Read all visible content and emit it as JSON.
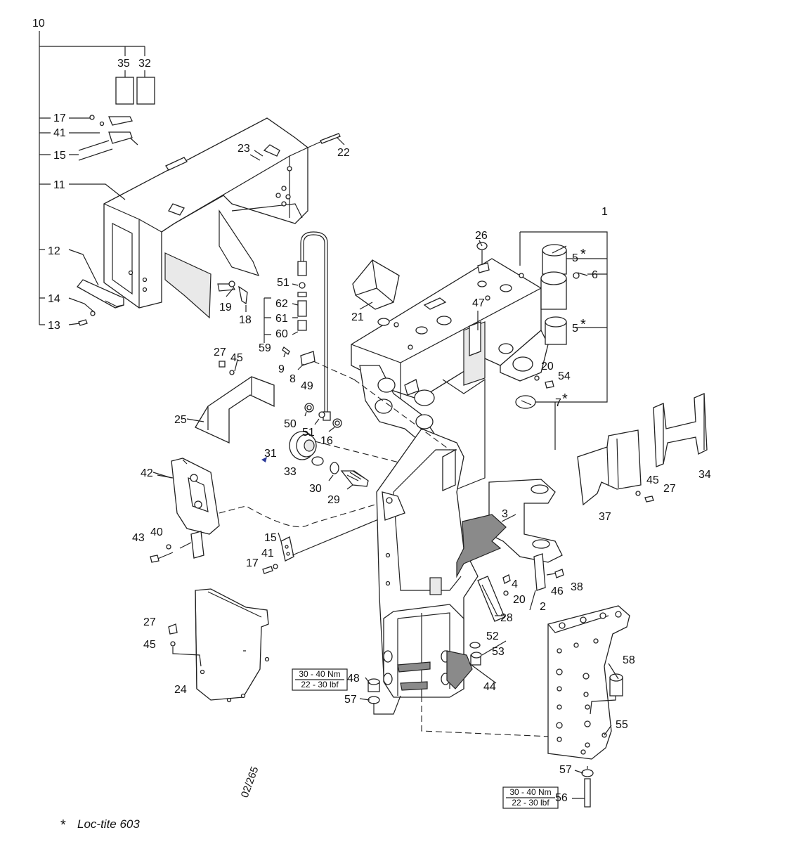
{
  "labels": {
    "l10": "10",
    "l35": "35",
    "l32": "32",
    "l17a": "17",
    "l41a": "41",
    "l15a": "15",
    "l11": "11",
    "l12": "12",
    "l14": "14",
    "l13": "13",
    "l23": "23",
    "l22": "22",
    "l19": "19",
    "l18": "18",
    "l51a": "51",
    "l62": "62",
    "l61": "61",
    "l60": "60",
    "l59": "59",
    "l9": "9",
    "l8": "8",
    "l49": "49",
    "l27a": "27",
    "l45a": "45",
    "l25": "25",
    "l50": "50",
    "l51b": "51",
    "l16": "16",
    "l31": "31",
    "l33": "33",
    "l30": "30",
    "l29": "29",
    "l42": "42",
    "l43": "43",
    "l40": "40",
    "l15b": "15",
    "l17b": "17",
    "l41b": "41",
    "l27b": "27",
    "l45b": "45",
    "l24": "24",
    "l26": "26",
    "l1": "1",
    "l5a": "5",
    "l6": "6",
    "l5b": "5",
    "l21": "21",
    "l47": "47",
    "l20a": "20",
    "l54": "54",
    "l7": "7",
    "l34": "34",
    "l37": "37",
    "l45c": "45",
    "l27c": "27",
    "l3": "3",
    "l4": "4",
    "l20b": "20",
    "l46": "46",
    "l38": "38",
    "l2": "2",
    "l28": "28",
    "l52": "52",
    "l53": "53",
    "l44": "44",
    "l48": "48",
    "l57a": "57",
    "l58": "58",
    "l55": "55",
    "l57b": "57",
    "l56": "56"
  },
  "stars": {
    "s5a": "*",
    "s5b": "*",
    "s7": "*"
  },
  "torque": {
    "upper": {
      "nm": "30 - 40 Nm",
      "lbf": "22 - 30 lbf"
    },
    "lower": {
      "nm": "30 - 40 Nm",
      "lbf": "22 - 30 lbf"
    }
  },
  "reference": "02/265",
  "legend": {
    "symbol": "*",
    "text": "Loc-tite 603"
  }
}
